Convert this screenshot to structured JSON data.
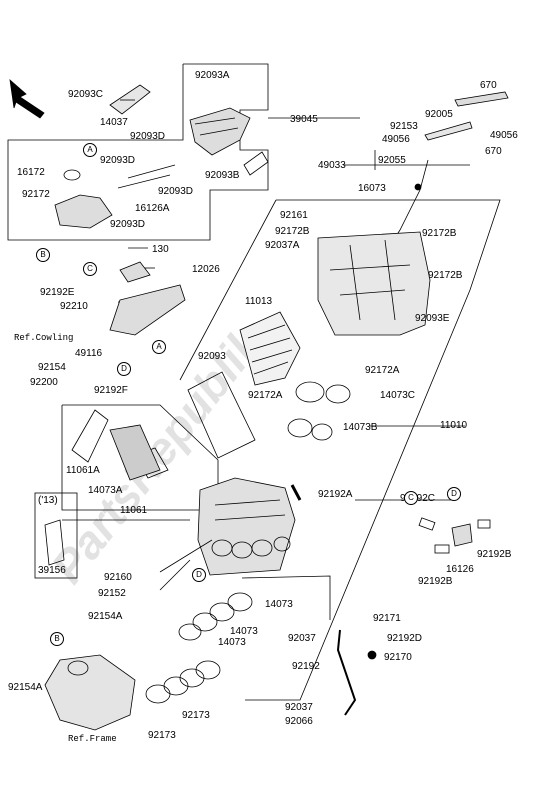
{
  "watermark": "PartsRepublik",
  "labels": [
    {
      "id": "l92093C",
      "text": "92093C"
    },
    {
      "id": "l92093A",
      "text": "92093A"
    },
    {
      "id": "l14037",
      "text": "14037"
    },
    {
      "id": "l39045",
      "text": "39045"
    },
    {
      "id": "l92093D_1",
      "text": "92093D"
    },
    {
      "id": "l92093D_2",
      "text": "92093D"
    },
    {
      "id": "l16172",
      "text": "16172"
    },
    {
      "id": "l92093B",
      "text": "92093B"
    },
    {
      "id": "l92093D_3",
      "text": "92093D"
    },
    {
      "id": "l92172",
      "text": "92172"
    },
    {
      "id": "l16126A",
      "text": "16126A"
    },
    {
      "id": "l92093D_4",
      "text": "92093D"
    },
    {
      "id": "l670_1",
      "text": "670"
    },
    {
      "id": "l92005",
      "text": "92005"
    },
    {
      "id": "l92153",
      "text": "92153"
    },
    {
      "id": "l49056_1",
      "text": "49056"
    },
    {
      "id": "l49056_2",
      "text": "49056"
    },
    {
      "id": "l670_2",
      "text": "670"
    },
    {
      "id": "l49033",
      "text": "49033"
    },
    {
      "id": "l92055",
      "text": "92055"
    },
    {
      "id": "l16073",
      "text": "16073"
    },
    {
      "id": "l130",
      "text": "130"
    },
    {
      "id": "l12026",
      "text": "12026"
    },
    {
      "id": "l92192E",
      "text": "92192E"
    },
    {
      "id": "l92210",
      "text": "92210"
    },
    {
      "id": "l92161",
      "text": "92161"
    },
    {
      "id": "l92172B_1",
      "text": "92172B"
    },
    {
      "id": "l92172B_2",
      "text": "92172B"
    },
    {
      "id": "l92037A",
      "text": "92037A"
    },
    {
      "id": "l92172B_3",
      "text": "92172B"
    },
    {
      "id": "l11013",
      "text": "11013"
    },
    {
      "id": "l92093E",
      "text": "92093E"
    },
    {
      "id": "lRefCowling",
      "text": "Ref.Cowling"
    },
    {
      "id": "l49116",
      "text": "49116"
    },
    {
      "id": "l92154",
      "text": "92154"
    },
    {
      "id": "l92200",
      "text": "92200"
    },
    {
      "id": "l92192F",
      "text": "92192F"
    },
    {
      "id": "l92093",
      "text": "92093"
    },
    {
      "id": "l92172A_1",
      "text": "92172A"
    },
    {
      "id": "l92172A_2",
      "text": "92172A"
    },
    {
      "id": "l14073C",
      "text": "14073C"
    },
    {
      "id": "l14073B",
      "text": "14073B"
    },
    {
      "id": "l11010",
      "text": "11010"
    },
    {
      "id": "l11061A",
      "text": "11061A"
    },
    {
      "id": "l14073A",
      "text": "14073A"
    },
    {
      "id": "l11061",
      "text": "11061"
    },
    {
      "id": "l92192A",
      "text": "92192A"
    },
    {
      "id": "l92192C",
      "text": "92192C"
    },
    {
      "id": "l92192B_1",
      "text": "92192B"
    },
    {
      "id": "l16126",
      "text": "16126"
    },
    {
      "id": "l92192B_2",
      "text": "92192B"
    },
    {
      "id": "l13",
      "text": "('13)"
    },
    {
      "id": "l39156",
      "text": "39156"
    },
    {
      "id": "l92160",
      "text": "92160"
    },
    {
      "id": "l92152",
      "text": "92152"
    },
    {
      "id": "l14073_1",
      "text": "14073"
    },
    {
      "id": "l14073_2",
      "text": "14073"
    },
    {
      "id": "l14073_3",
      "text": "14073"
    },
    {
      "id": "l92171",
      "text": "92171"
    },
    {
      "id": "l92037_1",
      "text": "92037"
    },
    {
      "id": "l92192D",
      "text": "92192D"
    },
    {
      "id": "l92170",
      "text": "92170"
    },
    {
      "id": "l92192",
      "text": "92192"
    },
    {
      "id": "l92154A_1",
      "text": "92154A"
    },
    {
      "id": "l92154A_2",
      "text": "92154A"
    },
    {
      "id": "l92173_1",
      "text": "92173"
    },
    {
      "id": "l92173_2",
      "text": "92173"
    },
    {
      "id": "lRefFrame",
      "text": "Ref.Frame"
    },
    {
      "id": "l92037_2",
      "text": "92037"
    },
    {
      "id": "l92066",
      "text": "92066"
    }
  ],
  "callouts": [
    {
      "id": "cA1",
      "text": "A"
    },
    {
      "id": "cB1",
      "text": "B"
    },
    {
      "id": "cC1",
      "text": "C"
    },
    {
      "id": "cA2",
      "text": "A"
    },
    {
      "id": "cD1",
      "text": "D"
    },
    {
      "id": "cC2",
      "text": "C"
    },
    {
      "id": "cB2",
      "text": "B"
    },
    {
      "id": "cD2",
      "text": "D"
    },
    {
      "id": "cD3",
      "text": "D"
    }
  ]
}
